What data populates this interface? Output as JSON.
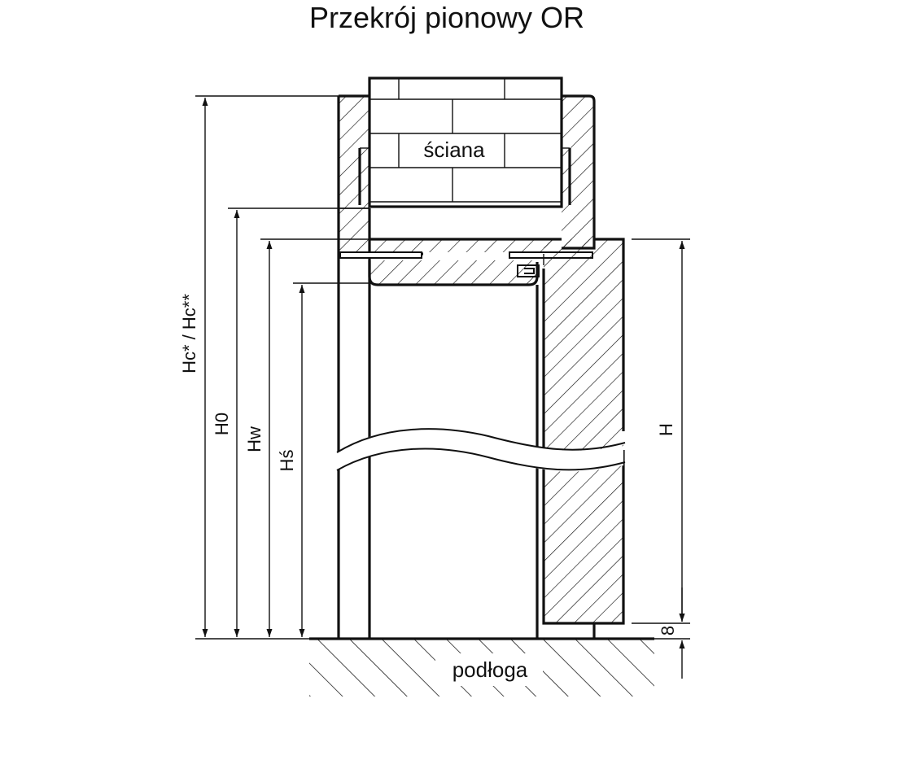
{
  "title": "Przekrój pionowy OR",
  "labels": {
    "wall": "ściana",
    "floor": "podłoga"
  },
  "dimensions": {
    "hc": "Hc* / Hc**",
    "h0": "H0",
    "hw": "Hw",
    "hs": "Hś",
    "h": "H",
    "gap": "8"
  }
}
